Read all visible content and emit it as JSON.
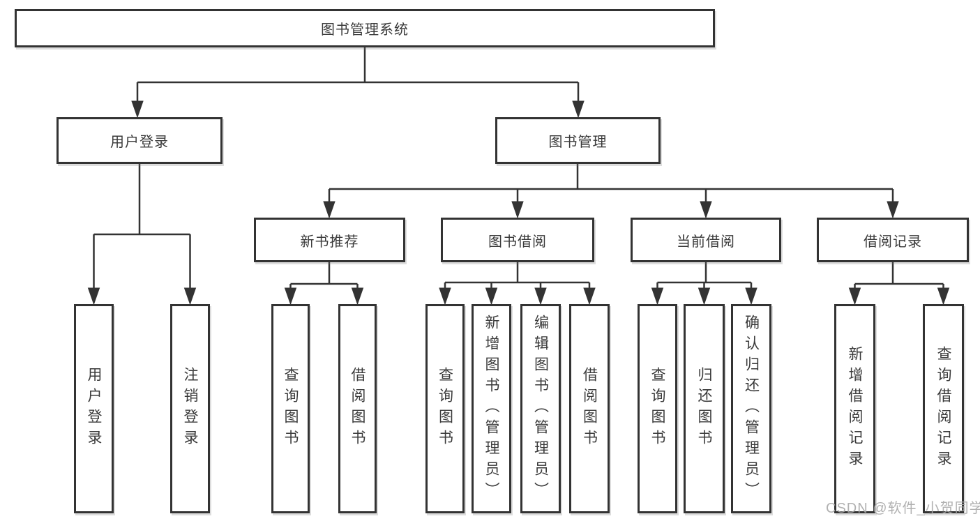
{
  "diagram_title": "图书管理系统",
  "watermark": "CSDN @软件_小贺同学",
  "colors": {
    "line": "#333333",
    "box_border": "#333333",
    "box_fill": "#ffffff",
    "text": "#3a3a3a",
    "watermark": "#a8a8a8"
  },
  "nodes": {
    "root": "图书管理系统",
    "user_login": "用户登录",
    "book_manage": "图书管理",
    "new_book_rec": "新书推荐",
    "book_borrow": "图书借阅",
    "current_borrow": "当前借阅",
    "borrow_record": "借阅记录",
    "leaf_user_login": "用户登录",
    "leaf_logout": "注销登录",
    "leaf_nb_query": "查询图书",
    "leaf_nb_borrow": "借阅图书",
    "leaf_bb_query": "查询图书",
    "leaf_bb_add": "新增图书（管理员）",
    "leaf_bb_edit": "编辑图书（管理员）",
    "leaf_bb_borrow": "借阅图书",
    "leaf_cb_query": "查询图书",
    "leaf_cb_return": "归还图书",
    "leaf_cb_confirm": "确认归还（管理员）",
    "leaf_br_add": "新增借阅记录",
    "leaf_br_query": "查询借阅记录"
  },
  "tree": {
    "图书管理系统": {
      "用户登录": [
        "用户登录",
        "注销登录"
      ],
      "图书管理": {
        "新书推荐": [
          "查询图书",
          "借阅图书"
        ],
        "图书借阅": [
          "查询图书",
          "新增图书（管理员）",
          "编辑图书（管理员）",
          "借阅图书"
        ],
        "当前借阅": [
          "查询图书",
          "归还图书",
          "确认归还（管理员）"
        ],
        "借阅记录": [
          "新增借阅记录",
          "查询借阅记录"
        ]
      }
    }
  }
}
